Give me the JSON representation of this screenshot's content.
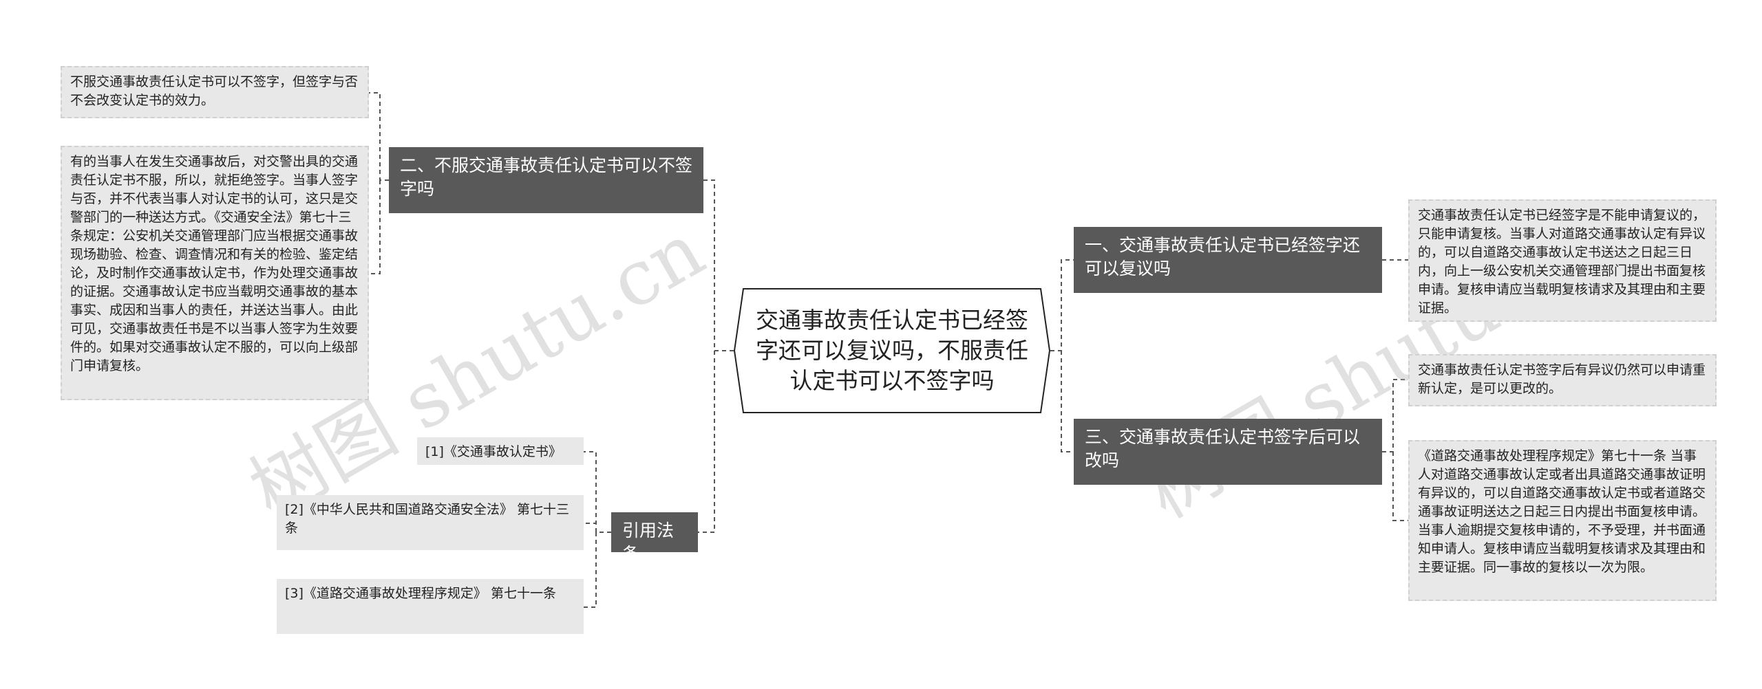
{
  "center": {
    "title": "交通事故责任认定书已经签字还可以复议吗，不服责任认定书可以不签字吗"
  },
  "branches": {
    "left_top": "二、不服交通事故责任认定书可以不签字吗",
    "left_bottom": "引用法条",
    "right_top": "一、交通事故责任认定书已经签字还可以复议吗",
    "right_bottom": "三、交通事故责任认定书签字后可以改吗"
  },
  "leaves": {
    "lt1": "不服交通事故责任认定书可以不签字，但签字与否不会改变认定书的效力。",
    "lt2": "有的当事人在发生交通事故后，对交警出具的交通责任认定书不服，所以，就拒绝签字。当事人签字与否，并不代表当事人对认定书的认可，这只是交警部门的一种送达方式。《交通安全法》第七十三条规定：公安机关交通管理部门应当根据交通事故现场勘验、检查、调查情况和有关的检验、鉴定结论，及时制作交通事故认定书，作为处理交通事故的证据。交通事故认定书应当载明交通事故的基本事实、成因和当事人的责任，并送达当事人。由此可见，交通事故责任书是不以当事人签字为生效要件的。如果对交通事故认定不服的，可以向上级部门申请复核。",
    "ref1": "[1]《交通事故认定书》",
    "ref2": "[2]《中华人民共和国道路交通安全法》 第七十三条",
    "ref3": "[3]《道路交通事故处理程序规定》 第七十一条",
    "rt1": "交通事故责任认定书已经签字是不能申请复议的，只能申请复核。当事人对道路交通事故认定有异议的，可以自道路交通事故认定书送达之日起三日内，向上一级公安机关交通管理部门提出书面复核申请。复核申请应当载明复核请求及其理由和主要证据。",
    "rb1": "交通事故责任认定书签字后有异议仍然可以申请重新认定，是可以更改的。",
    "rb2": "《道路交通事故处理程序规定》第七十一条 当事人对道路交通事故认定或者出具道路交通事故证明有异议的，可以自道路交通事故认定书或者道路交通事故证明送达之日起三日内提出书面复核申请。当事人逾期提交复核申请的，不予受理，并书面通知申请人。复核申请应当载明复核请求及其理由和主要证据。同一事故的复核以一次为限。"
  },
  "watermark": {
    "left": "树图 shutu.cn",
    "right": "树图 shutu.cn"
  }
}
